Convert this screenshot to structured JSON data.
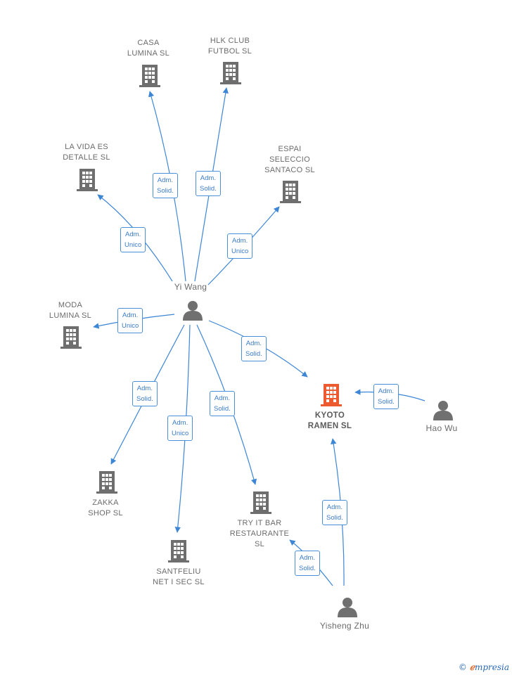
{
  "colors": {
    "edge": "#3d86d6",
    "building": "#6e6e6e",
    "building_highlight": "#ee5a2f",
    "person": "#707070"
  },
  "nodes": {
    "casa": {
      "label": "CASA\nLUMINA  SL",
      "icon": "building-icon"
    },
    "hlk": {
      "label": "HLK CLUB\nFUTBOL  SL",
      "icon": "building-icon"
    },
    "lavida": {
      "label": "LA VIDA ES\nDETALLE  SL",
      "icon": "building-icon"
    },
    "espai": {
      "label": "ESPAI\nSELECCIO\nSANTACO  SL",
      "icon": "building-icon"
    },
    "moda": {
      "label": "MODA\nLUMINA  SL",
      "icon": "building-icon"
    },
    "kyoto": {
      "label": "KYOTO\nRAMEN  SL",
      "icon": "building-icon",
      "highlight": true
    },
    "zakka": {
      "label": "ZAKKA\nSHOP SL",
      "icon": "building-icon"
    },
    "santfeliu": {
      "label": "SANTFELIU\nNET I SEC  SL",
      "icon": "building-icon"
    },
    "tryit": {
      "label": "TRY IT BAR\nRESTAURANTE\nSL",
      "icon": "building-icon"
    },
    "yiwang": {
      "label": "Yi Wang",
      "icon": "person-icon"
    },
    "haowu": {
      "label": "Hao Wu",
      "icon": "person-icon"
    },
    "yisheng": {
      "label": "Yisheng Zhu",
      "icon": "person-icon"
    }
  },
  "edges": {
    "casa": "Adm.\nSolid.",
    "hlk": "Adm.\nSolid.",
    "lavida": "Adm.\nUnico",
    "espai": "Adm.\nUnico",
    "moda": "Adm.\nUnico",
    "kyoto_yi": "Adm.\nSolid.",
    "zakka": "Adm.\nSolid.",
    "santfeliu": "Adm.\nUnico",
    "tryit_yi": "Adm.\nSolid.",
    "kyoto_hao": "Adm.\nSolid.",
    "kyoto_yis": "Adm.\nSolid.",
    "tryit_yis": "Adm.\nSolid."
  },
  "brand": {
    "copyright": "©",
    "e": "ℯ",
    "rest": "mpresia"
  }
}
